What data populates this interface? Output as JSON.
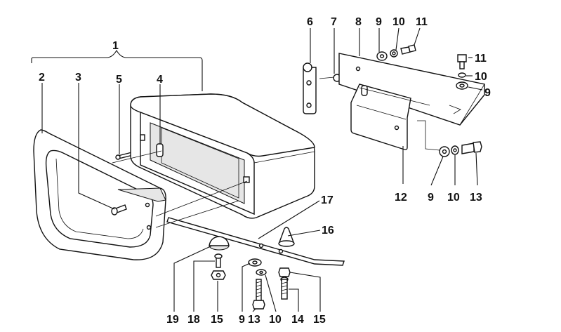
{
  "colors": {
    "ink": "#111111",
    "paper": "#ffffff",
    "shade": "#e6e6e6"
  },
  "callouts": [
    {
      "id": "c1",
      "text": "1"
    },
    {
      "id": "c2",
      "text": "2"
    },
    {
      "id": "c3",
      "text": "3"
    },
    {
      "id": "c5",
      "text": "5"
    },
    {
      "id": "c4",
      "text": "4"
    },
    {
      "id": "c6",
      "text": "6"
    },
    {
      "id": "c7",
      "text": "7"
    },
    {
      "id": "c8",
      "text": "8"
    },
    {
      "id": "c9a",
      "text": "9"
    },
    {
      "id": "c10a",
      "text": "10"
    },
    {
      "id": "c11a",
      "text": "11"
    },
    {
      "id": "c11b",
      "text": "11"
    },
    {
      "id": "c10b",
      "text": "10"
    },
    {
      "id": "c9b",
      "text": "9"
    },
    {
      "id": "c12",
      "text": "12"
    },
    {
      "id": "c9c",
      "text": "9"
    },
    {
      "id": "c10c",
      "text": "10"
    },
    {
      "id": "c13a",
      "text": "13"
    },
    {
      "id": "c17",
      "text": "17"
    },
    {
      "id": "c16",
      "text": "16"
    },
    {
      "id": "c19",
      "text": "19"
    },
    {
      "id": "c18",
      "text": "18"
    },
    {
      "id": "c15a",
      "text": "15"
    },
    {
      "id": "c9d",
      "text": "9"
    },
    {
      "id": "c13b",
      "text": "13"
    },
    {
      "id": "c10d",
      "text": "10"
    },
    {
      "id": "c14",
      "text": "14"
    },
    {
      "id": "c15b",
      "text": "15"
    }
  ]
}
